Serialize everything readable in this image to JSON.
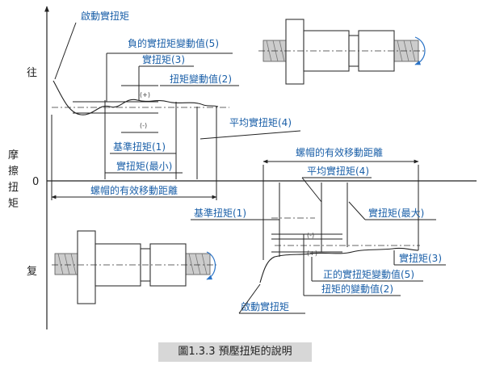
{
  "axis": {
    "forward": "往",
    "friction_torque": [
      "摩",
      "擦",
      "扭",
      "矩"
    ],
    "zero": "0",
    "reverse": "复"
  },
  "upper": {
    "start_torque": "啟動實扭矩",
    "neg_variation": "負的實扭矩變動值(5)",
    "actual_torque": "實扭矩(3)",
    "torque_variation": "扭矩變動值(2)",
    "plus": "(+)",
    "minus": "(-)",
    "avg_torque": "平均實扭矩(4)",
    "base_torque": "基準扭矩(1)",
    "min_torque": "實扭矩(最小)",
    "effective_travel": "螺帽的有效移動距離"
  },
  "lower": {
    "effective_travel": "螺帽的有效移動距離",
    "avg_torque": "平均實扭矩(4)",
    "base_torque": "基準扭矩(1)",
    "max_torque": "實扭矩(最大)",
    "plus": "(+)",
    "minus": "(-)",
    "actual_torque": "實扭矩(3)",
    "pos_variation": "正的實扭矩變動值(5)",
    "torque_variation": "扭矩的變動值(2)",
    "start_torque": "啟動實扭矩"
  },
  "caption": "圖1.3.3 預壓扭矩的說明",
  "colors": {
    "label": "#1a5fa8",
    "leader": "#2a73c6",
    "caption_bg": "#d7d7d7"
  }
}
